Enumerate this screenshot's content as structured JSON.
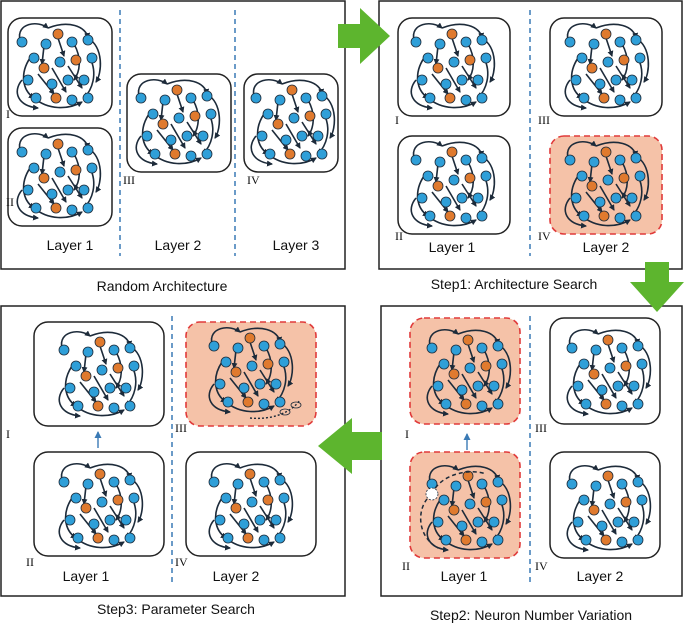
{
  "colors": {
    "node_blue": "#2f9fd8",
    "node_orange": "#e07a2e",
    "highlight_fill": "#f5c2a8",
    "highlight_border": "#e03a3a",
    "divider": "#3a7ab5",
    "arrow_green": "#5db52e"
  },
  "panels": [
    {
      "caption": "Random Architecture",
      "layer_labels": [
        "Layer 1",
        "Layer 2",
        "Layer 3"
      ],
      "roman_labels": [
        "I",
        "II",
        "III",
        "IV"
      ]
    },
    {
      "caption": "Step1: Architecture Search",
      "layer_labels": [
        "Layer 1",
        "Layer 2"
      ],
      "roman_labels": [
        "I",
        "II",
        "III",
        "IV"
      ]
    },
    {
      "caption": "Step2: Neuron Number Variation",
      "layer_labels": [
        "Layer 1",
        "Layer 2"
      ],
      "roman_labels": [
        "I",
        "II",
        "III",
        "IV"
      ]
    },
    {
      "caption": "Step3: Parameter Search",
      "layer_labels": [
        "Layer 1",
        "Layer 2"
      ],
      "roman_labels": [
        "I",
        "II",
        "III",
        "IV"
      ]
    }
  ],
  "icons": [
    "flow-arrow-right-icon",
    "flow-arrow-down-icon",
    "flow-arrow-left-icon"
  ]
}
